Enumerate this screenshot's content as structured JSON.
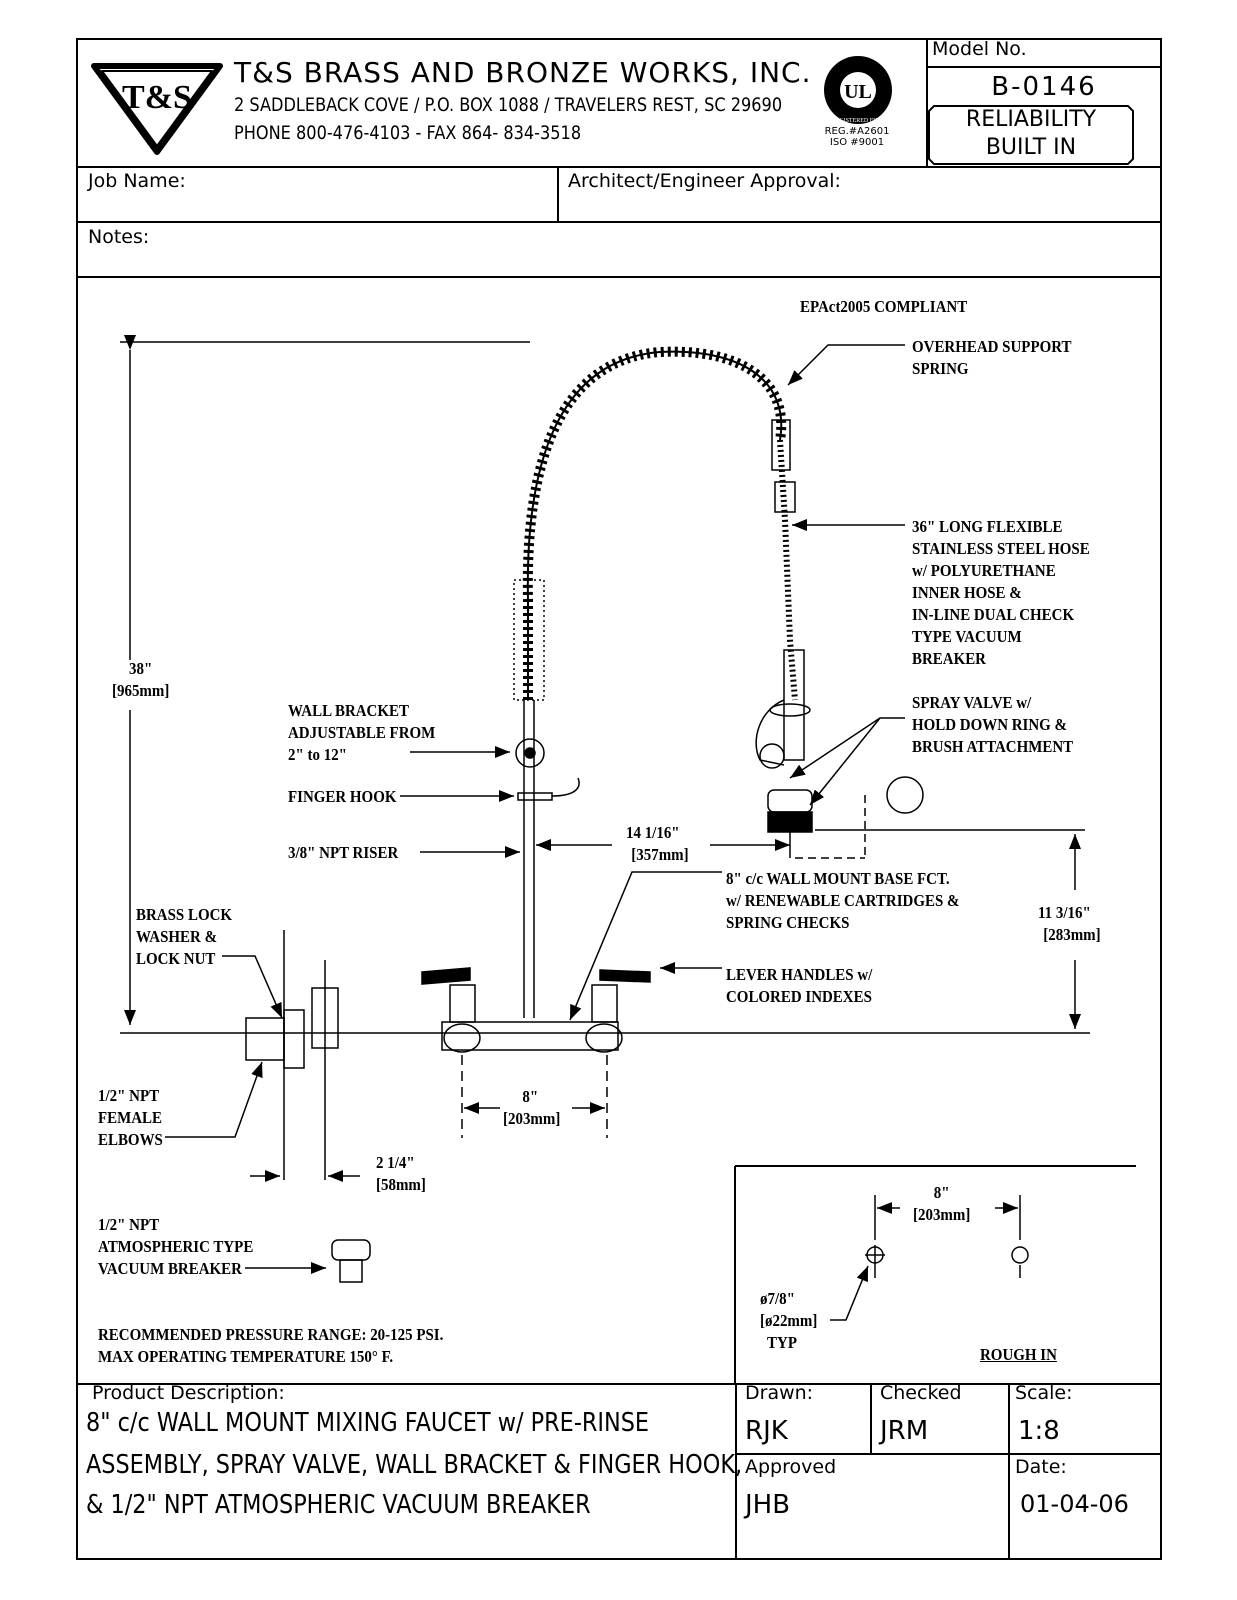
{
  "header": {
    "logo_text": "T&S",
    "company_name": "T&S BRASS AND BRONZE WORKS, INC.",
    "address": "2 SADDLEBACK COVE / P.O. BOX 1088 / TRAVELERS REST, SC 29690",
    "phone": "PHONE 800-476-4103 - FAX  864- 834-3518",
    "ul_mark": "UL",
    "ul_ring_text": "REGISTERED FIRM",
    "reg_line1": "REG.#A2601",
    "reg_line2": "ISO #9001",
    "model_label": "Model No.",
    "model_number": "B-0146",
    "tagline_line1": "RELIABILITY",
    "tagline_line2": "BUILT IN"
  },
  "form": {
    "job_name_label": "Job Name:",
    "approval_label": "Architect/Engineer Approval:",
    "notes_label": "Notes:"
  },
  "drawing": {
    "compliance": "EPAct2005 COMPLIANT",
    "callouts": {
      "overhead_1": "OVERHEAD SUPPORT",
      "overhead_2": "SPRING",
      "hose_1": "36\" LONG FLEXIBLE",
      "hose_2": "STAINLESS STEEL HOSE",
      "hose_3": "w/ POLYURETHANE",
      "hose_4": "INNER HOSE &",
      "hose_5": "IN-LINE DUAL CHECK",
      "hose_6": "TYPE VACUUM",
      "hose_7": "BREAKER",
      "spray_1": "SPRAY VALVE w/",
      "spray_2": "HOLD DOWN RING &",
      "spray_3": "BRUSH ATTACHMENT",
      "bracket_1": "WALL BRACKET",
      "bracket_2": "ADJUSTABLE FROM",
      "bracket_3": "2\" to 12\"",
      "finger_hook": "FINGER HOOK",
      "riser": "3/8\" NPT RISER",
      "base_1": "8\" c/c WALL MOUNT BASE FCT.",
      "base_2": "w/ RENEWABLE CARTRIDGES &",
      "base_3": "SPRING CHECKS",
      "lever_1": "LEVER HANDLES w/",
      "lever_2": "COLORED INDEXES",
      "lock_1": "BRASS LOCK",
      "lock_2": "WASHER &",
      "lock_3": "LOCK NUT",
      "elbow_1": "1/2\" NPT",
      "elbow_2": "FEMALE",
      "elbow_3": "ELBOWS",
      "vb_1": "1/2\" NPT",
      "vb_2": "ATMOSPHERIC TYPE",
      "vb_3": "VACUUM BREAKER"
    },
    "dimensions": {
      "height_in": "38\"",
      "height_mm": "[965mm]",
      "reach_in": "14 1/16\"",
      "reach_mm": "[357mm]",
      "spray_height_in": "11 3/16\"",
      "spray_height_mm": "[283mm]",
      "centers_in": "8\"",
      "centers_mm": "[203mm]",
      "offset_in": "2 1/4\"",
      "offset_mm": "[58mm]"
    },
    "pressure_note_1": "RECOMMENDED PRESSURE RANGE: 20-125 PSI.",
    "pressure_note_2": "MAX OPERATING TEMPERATURE 150° F.",
    "rough_in": {
      "centers_in": "8\"",
      "centers_mm": "[203mm]",
      "hole_in": "ø7/8\"",
      "hole_mm": "[ø22mm]",
      "hole_typ": "TYP",
      "title": "ROUGH IN"
    }
  },
  "footer": {
    "description_label": "Product Description:",
    "description_1": "8\" c/c WALL MOUNT MIXING FAUCET w/ PRE-RINSE",
    "description_2": "ASSEMBLY, SPRAY VALVE, WALL BRACKET & FINGER HOOK,",
    "description_3": "& 1/2\" NPT ATMOSPHERIC VACUUM BREAKER",
    "drawn_label": "Drawn:",
    "drawn_value": "RJK",
    "checked_label": "Checked",
    "checked_value": "JRM",
    "scale_label": "Scale:",
    "scale_value": "1:8",
    "approved_label": "Approved",
    "approved_value": "JHB",
    "date_label": "Date:",
    "date_value": "01-04-06"
  }
}
